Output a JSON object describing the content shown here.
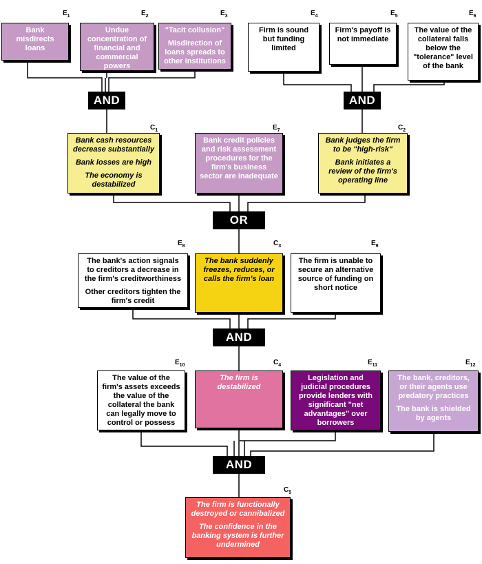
{
  "colors": {
    "lavender": "#c59ac5",
    "yellow_light": "#f6ee90",
    "yellow_strong": "#f5d312",
    "pink": "#e0739f",
    "purple_dark": "#7a0a7a",
    "lavender_light": "#c8a6d4",
    "salmon": "#f56262",
    "white": "#ffffff"
  },
  "labels": {
    "E1": {
      "base": "E",
      "sub": "1"
    },
    "E2": {
      "base": "E",
      "sub": "2"
    },
    "E3": {
      "base": "E",
      "sub": "3"
    },
    "E4": {
      "base": "E",
      "sub": "4"
    },
    "E5": {
      "base": "E",
      "sub": "5"
    },
    "E6": {
      "base": "E",
      "sub": "6"
    },
    "C1": {
      "base": "C",
      "sub": "1"
    },
    "E7": {
      "base": "E",
      "sub": "7"
    },
    "C2": {
      "base": "C",
      "sub": "2"
    },
    "E8": {
      "base": "E",
      "sub": "8"
    },
    "C3": {
      "base": "C",
      "sub": "3"
    },
    "E9": {
      "base": "E",
      "sub": "9"
    },
    "E10": {
      "base": "E",
      "sub": "10"
    },
    "C4": {
      "base": "C",
      "sub": "4"
    },
    "E11": {
      "base": "E",
      "sub": "11"
    },
    "E12": {
      "base": "E",
      "sub": "12"
    },
    "C5": {
      "base": "C",
      "sub": "5"
    }
  },
  "boxes": {
    "E1": [
      "Bank misdirects loans"
    ],
    "E2": [
      "Undue concentration of financial and commercial powers"
    ],
    "E3": [
      "\"Tacit collusion\"",
      "Misdirection of loans spreads to other institutions"
    ],
    "E4": [
      "Firm is sound but funding limited"
    ],
    "E5": [
      "Firm's payoff is not immediate"
    ],
    "E6": [
      "The value of the collateral falls below the \"tolerance\" level of the bank"
    ],
    "C1": [
      "Bank cash resources decrease substantially",
      "Bank losses are high",
      "The economy is destabilized"
    ],
    "E7": [
      "Bank credit policies and risk assessment procedures for the firm's business sector are inadequate"
    ],
    "C2": [
      "Bank judges the firm to be \"high-risk\"",
      "Bank initiates a review of the firm's operating line"
    ],
    "E8": [
      "The bank's action signals to creditors a decrease in the firm's creditworthiness",
      "Other creditors tighten the firm's credit"
    ],
    "C3": [
      "The bank suddenly freezes, reduces, or calls the firm's loan"
    ],
    "E9": [
      "The firm is unable to secure an alternative source of funding on short notice"
    ],
    "E10": [
      "The value of the firm's assets exceeds the value of the collateral the bank can legally move to control or possess"
    ],
    "C4": [
      "The firm is destabilized"
    ],
    "E11": [
      "Legislation and judicial procedures provide lenders with significant \"net advantages\" over borrowers"
    ],
    "E12": [
      "The bank, creditors, or their agents use predatory practices",
      "The bank is shielded by agents"
    ],
    "C5": [
      "The firm is functionally destroyed or cannibalized",
      "The confidence in the banking system is further undermined"
    ]
  },
  "gates": {
    "and_left": "AND",
    "and_right": "AND",
    "or": "OR",
    "and_mid": "AND",
    "and_bottom": "AND"
  }
}
